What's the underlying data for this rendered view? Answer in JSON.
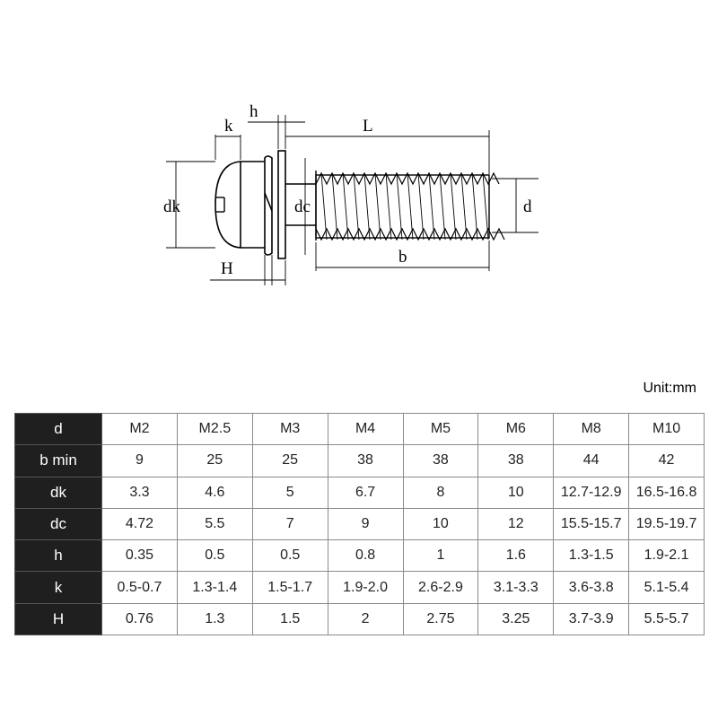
{
  "diagram": {
    "labels": {
      "k": "k",
      "h": "h",
      "L": "L",
      "dk": "dk",
      "dc": "dc",
      "d": "d",
      "H": "H",
      "b": "b"
    }
  },
  "unit_label": "Unit:mm",
  "table": {
    "rows": [
      {
        "label": "d",
        "cells": [
          "M2",
          "M2.5",
          "M3",
          "M4",
          "M5",
          "M6",
          "M8",
          "M10"
        ]
      },
      {
        "label": "b min",
        "cells": [
          "9",
          "25",
          "25",
          "38",
          "38",
          "38",
          "44",
          "42"
        ]
      },
      {
        "label": "dk",
        "cells": [
          "3.3",
          "4.6",
          "5",
          "6.7",
          "8",
          "10",
          "12.7-12.9",
          "16.5-16.8"
        ]
      },
      {
        "label": "dc",
        "cells": [
          "4.72",
          "5.5",
          "7",
          "9",
          "10",
          "12",
          "15.5-15.7",
          "19.5-19.7"
        ]
      },
      {
        "label": "h",
        "cells": [
          "0.35",
          "0.5",
          "0.5",
          "0.8",
          "1",
          "1.6",
          "1.3-1.5",
          "1.9-2.1"
        ]
      },
      {
        "label": "k",
        "cells": [
          "0.5-0.7",
          "1.3-1.4",
          "1.5-1.7",
          "1.9-2.0",
          "2.6-2.9",
          "3.1-3.3",
          "3.6-3.8",
          "5.1-5.4"
        ]
      },
      {
        "label": "H",
        "cells": [
          "0.76",
          "1.3",
          "1.5",
          "2",
          "2.75",
          "3.25",
          "3.7-3.9",
          "5.5-5.7"
        ]
      }
    ]
  }
}
